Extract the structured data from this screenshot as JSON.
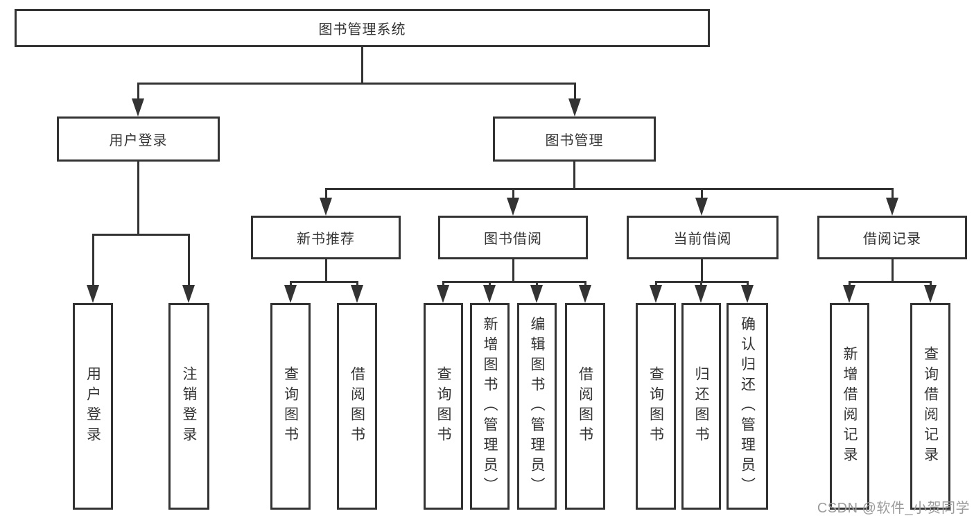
{
  "diagram": {
    "title": "图书管理系统",
    "colors": {
      "line": "#333333",
      "text": "#333333",
      "box_background": "#ffffff",
      "page_background": "#ffffff",
      "watermark": "#9b9b9b"
    },
    "nodes": {
      "root": {
        "label": "图书管理系统"
      },
      "user_login": {
        "label": "用户登录"
      },
      "book_mgmt": {
        "label": "图书管理"
      },
      "login": {
        "label": "用户登录"
      },
      "logout": {
        "label": "注销登录"
      },
      "new_rec": {
        "label": "新书推荐"
      },
      "borrow": {
        "label": "图书借阅"
      },
      "current": {
        "label": "当前借阅"
      },
      "records": {
        "label": "借阅记录"
      },
      "rec_query": {
        "label": "查询图书"
      },
      "rec_borrow": {
        "label": "借阅图书"
      },
      "b_query": {
        "label": "查询图书"
      },
      "b_add": {
        "label": "新增图书（管理员）"
      },
      "b_edit": {
        "label": "编辑图书（管理员）"
      },
      "b_borrow": {
        "label": "借阅图书"
      },
      "c_query": {
        "label": "查询图书"
      },
      "c_return": {
        "label": "归还图书"
      },
      "c_confirm": {
        "label": "确认归还（管理员）"
      },
      "r_add": {
        "label": "新增借阅记录"
      },
      "r_query": {
        "label": "查询借阅记录"
      }
    },
    "hierarchy": {
      "图书管理系统": {
        "用户登录": [
          "用户登录",
          "注销登录"
        ],
        "图书管理": {
          "新书推荐": [
            "查询图书",
            "借阅图书"
          ],
          "图书借阅": [
            "查询图书",
            "新增图书（管理员）",
            "编辑图书（管理员）",
            "借阅图书"
          ],
          "当前借阅": [
            "查询图书",
            "归还图书",
            "确认归还（管理员）"
          ],
          "借阅记录": [
            "新增借阅记录",
            "查询借阅记录"
          ]
        }
      }
    },
    "watermark": "CSDN @软件_小贺同学"
  }
}
